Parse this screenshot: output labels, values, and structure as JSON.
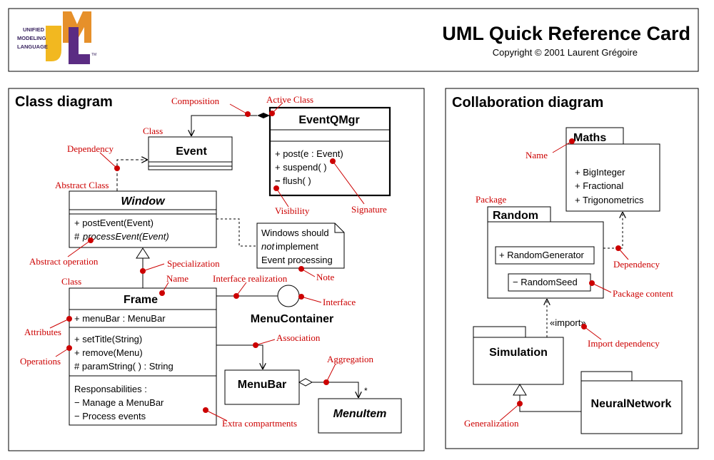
{
  "header": {
    "logo_lines": [
      "UNIFIED",
      "MODELING",
      "LANGUAGE"
    ],
    "logo_tm": "TM",
    "title": "UML Quick Reference Card",
    "copyright": "Copyright © 2001 Laurent Grégoire"
  },
  "class_diagram": {
    "heading": "Class diagram",
    "event": {
      "name": "Event"
    },
    "eventqmgr": {
      "name": "EventQMgr",
      "ops": [
        "+ post(e : Event)",
        "+ suspend( )",
        "flush( )"
      ],
      "private_marker": "−"
    },
    "window": {
      "name": "Window",
      "op1": "+ postEvent(Event)",
      "op2_prefix": "# ",
      "op2": "processEvent(Event)"
    },
    "note": {
      "line1": "Windows should",
      "line2_em": "not",
      "line2_rest": " implement",
      "line3": "Event processing"
    },
    "frame": {
      "name": "Frame",
      "attr": "+ menuBar : MenuBar",
      "ops": [
        "+ setTitle(String)",
        "+ remove(Menu)",
        "# paramString( ) : String"
      ],
      "extra": [
        "Responsabilities :",
        "− Manage a MenuBar",
        "− Process events"
      ]
    },
    "menucontainer": {
      "name": "MenuContainer"
    },
    "menubar": {
      "name": "MenuBar"
    },
    "menuitem": {
      "name": "MenuItem",
      "multiplicity": "*"
    },
    "annotations": {
      "composition": "Composition",
      "active_class": "Active Class",
      "class_top": "Class",
      "dependency": "Dependency",
      "abstract_class": "Abstract Class",
      "visibility": "Visibility",
      "signature": "Signature",
      "abstract_operation": "Abstract operation",
      "specialization": "Specialization",
      "name": "Name",
      "class_bottom": "Class",
      "interface_realization": "Interface realization",
      "note": "Note",
      "interface": "Interface",
      "attributes": "Attributes",
      "operations": "Operations",
      "association": "Association",
      "aggregation": "Aggregation",
      "extra_compartments": "Extra compartments"
    }
  },
  "collaboration_diagram": {
    "heading": "Collaboration diagram",
    "maths": {
      "name": "Maths",
      "items": [
        "+ BigInteger",
        "+ Fractional",
        "+ Trigonometrics"
      ]
    },
    "random": {
      "name": "Random",
      "item1": "+ RandomGenerator",
      "item2": "− RandomSeed"
    },
    "simulation": {
      "name": "Simulation"
    },
    "neuralnetwork": {
      "name": "NeuralNetwork"
    },
    "import_label": "«import»",
    "annotations": {
      "name": "Name",
      "package": "Package",
      "dependency": "Dependency",
      "package_content": "Package content",
      "import_dependency": "Import dependency",
      "generalization": "Generalization"
    }
  },
  "colors": {
    "annotation": "#cc0000",
    "ink": "#000000",
    "logo_yellow": "#f2b820",
    "logo_purple": "#5b2c83",
    "logo_orange": "#e58a1f"
  }
}
